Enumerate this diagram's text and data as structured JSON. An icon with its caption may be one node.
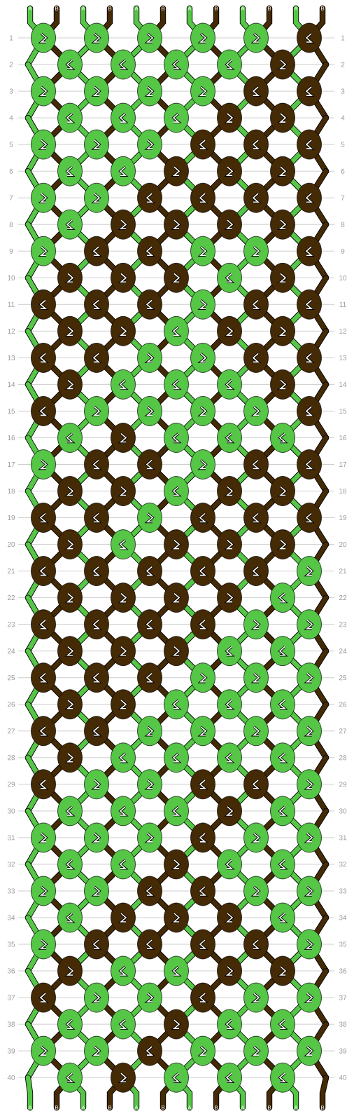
{
  "diagram": {
    "labels": [
      "A",
      "B",
      "A",
      "B",
      "A",
      "B",
      "A",
      "B",
      "A",
      "B",
      "A",
      "B",
      "1",
      "1",
      "2",
      "2",
      "3",
      "3",
      "4",
      "4",
      "5",
      "5",
      "6",
      "6",
      "7",
      "7",
      "8",
      "8",
      "9",
      "9",
      "10",
      "10",
      "11",
      "11",
      "12",
      "12",
      "13",
      "13",
      "14",
      "14",
      "15",
      "15",
      "16",
      "16",
      "17",
      "17",
      "18",
      "18",
      "19",
      "19",
      "20",
      "20",
      "21",
      "21",
      "22",
      "22",
      "23",
      "23",
      "24",
      "24",
      "25",
      "25",
      "26",
      "26",
      "27",
      "27",
      "28",
      "28",
      "29",
      "29",
      "30",
      "30",
      "31",
      "31",
      "32",
      "32",
      "33",
      "33",
      "34",
      "34",
      "35",
      "35",
      "36",
      "36",
      "37",
      "37",
      "38",
      "38",
      "39",
      "39",
      "40",
      "40",
      "A",
      "B",
      "A",
      "B",
      "A",
      "B",
      "A",
      "B",
      "A",
      "B",
      "A",
      "B"
    ]
  }
}
